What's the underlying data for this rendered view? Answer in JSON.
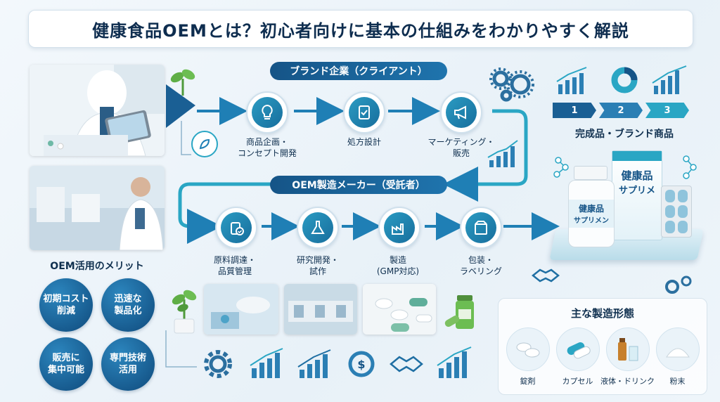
{
  "title": "健康食品OEMとは？初心者向けに基本の仕組みをわかりやすく解説",
  "brand": {
    "label": "ブランド企業（クライアント）",
    "steps": [
      {
        "line1": "商品企画・",
        "line2": "コンセプト開発",
        "icon": "lightbulb-icon"
      },
      {
        "line1": "処方設計",
        "line2": "",
        "icon": "clipboard-check-icon"
      },
      {
        "line1": "マーケティング・",
        "line2": "販売",
        "icon": "megaphone-icon"
      }
    ]
  },
  "oem": {
    "label": "OEM製造メーカー（受託者）",
    "steps": [
      {
        "line1": "原料調達・",
        "line2": "品質管理",
        "icon": "jar-check-icon"
      },
      {
        "line1": "研究開発・",
        "line2": "試作",
        "icon": "flask-icon"
      },
      {
        "line1": "製造",
        "line2": "(GMP対応)",
        "icon": "factory-icon"
      },
      {
        "line1": "包装・",
        "line2": "ラベリング",
        "icon": "package-icon"
      }
    ]
  },
  "product": {
    "numbers": [
      "1",
      "2",
      "3"
    ],
    "label": "完成品・ブランド商品",
    "box_text_1": "健康品",
    "box_text_2": "サプリメ",
    "bottle_text_1": "健康品",
    "bottle_text_2": "サプリメン"
  },
  "merits": {
    "title": "OEM活用のメリット",
    "items": [
      {
        "line1": "初期コスト",
        "line2": "削減"
      },
      {
        "line1": "迅速な",
        "line2": "製品化"
      },
      {
        "line1": "販売に",
        "line2": "集中可能"
      },
      {
        "line1": "専門技術",
        "line2": "活用"
      }
    ]
  },
  "forms": {
    "title": "主な製造形態",
    "items": [
      {
        "label": "錠剤",
        "icon": "tablet-icon"
      },
      {
        "label": "カプセル",
        "icon": "capsule-icon"
      },
      {
        "label": "液体・ドリンク",
        "icon": "drink-icon"
      },
      {
        "label": "粉末",
        "icon": "powder-icon"
      }
    ]
  },
  "colors": {
    "navy": "#0f3f6b",
    "accent": "#1f8fbf",
    "teal": "#2aa6c4"
  }
}
